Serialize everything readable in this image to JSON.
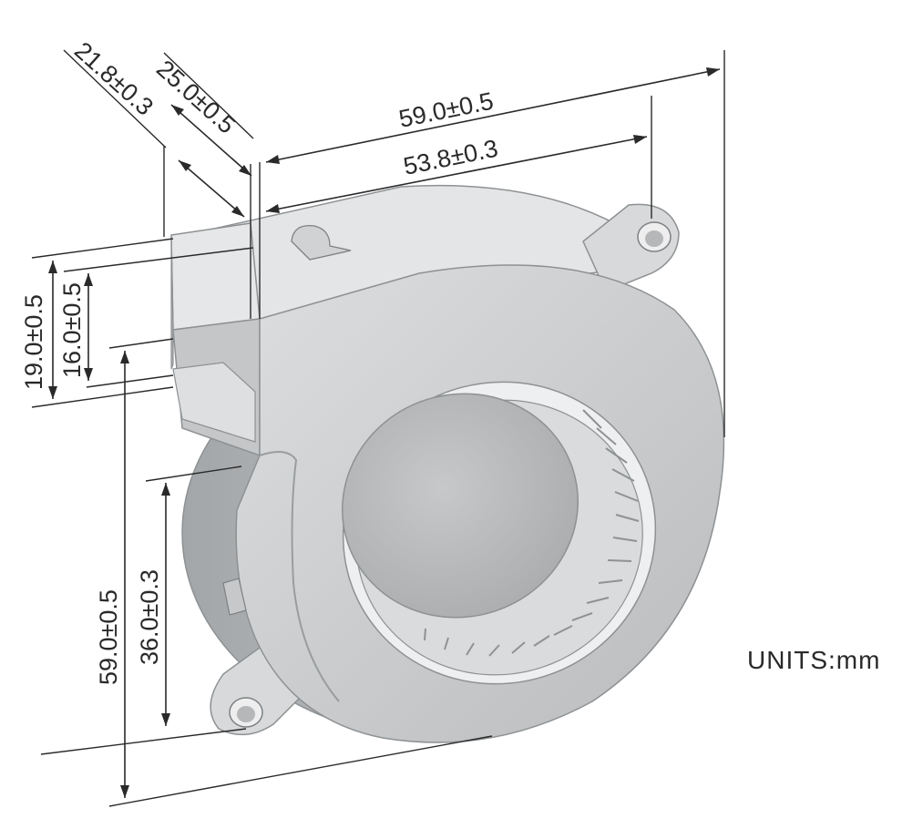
{
  "drawing": {
    "units_label": "UNITS:mm",
    "dimensions": {
      "d_21_8": "21.8±0.3",
      "d_25_0": "25.0±0.5",
      "d_59_0_top": "59.0±0.5",
      "d_53_8": "53.8±0.3",
      "d_19_0": "19.0±0.5",
      "d_16_0": "16.0±0.5",
      "d_59_0_left": "59.0±0.5",
      "d_36_0": "36.0±0.3"
    },
    "colors": {
      "body": "#d2d4d6",
      "body_dark": "#a9acae",
      "face": "#c9cbcd",
      "hub": "#bcbec0",
      "line": "#2a2a2a"
    }
  }
}
